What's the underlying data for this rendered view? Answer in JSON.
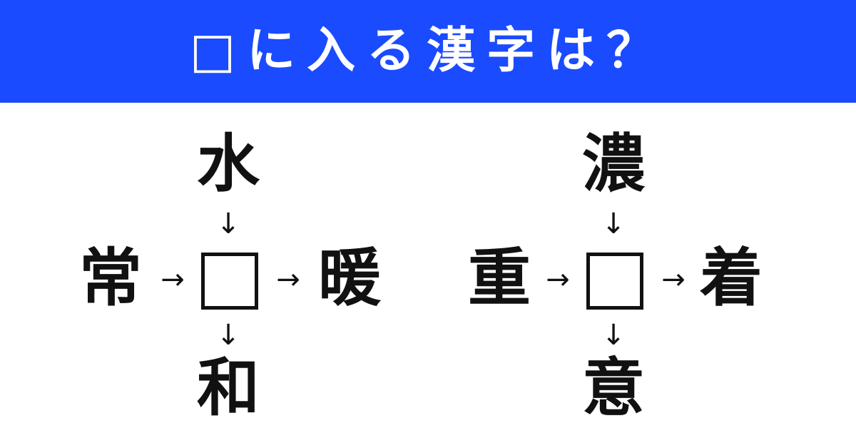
{
  "header": {
    "title": "□に入る漢字は？",
    "background_color": "#1a4bff"
  },
  "arrows": {
    "down": "↓",
    "right": "→"
  },
  "puzzles": [
    {
      "top": "水",
      "left": "常",
      "right": "暖",
      "bottom": "和"
    },
    {
      "top": "濃",
      "left": "重",
      "right": "着",
      "bottom": "意"
    }
  ]
}
